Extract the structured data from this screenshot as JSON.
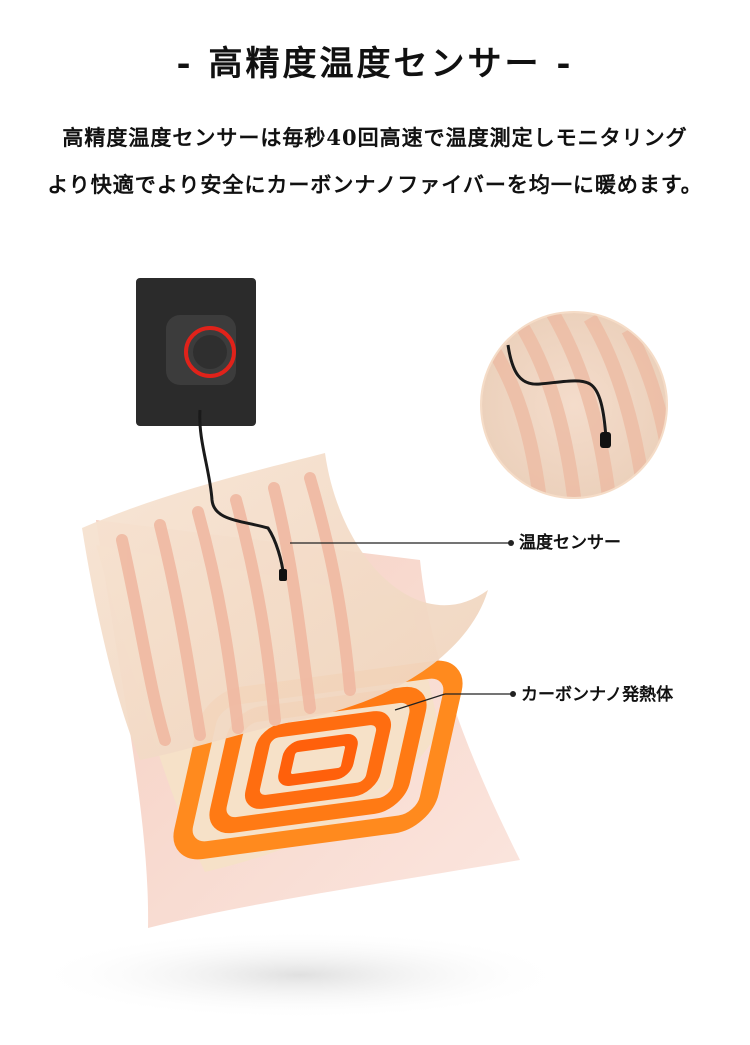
{
  "title": "- 高精度温度センサー -",
  "description": {
    "line1": "高精度温度センサーは毎秒40回高速で温度測定しモニタリング",
    "line2": "より快適でより安全にカーボンナノファイバーを均一に暖めます。"
  },
  "callouts": {
    "sensor": "温度センサー",
    "carbon": "カーボンナノ発熱体"
  },
  "colors": {
    "sensor_ring": "#e0221a",
    "sensor_body": "#2a2a2a",
    "fabric": "#f3dcc6",
    "heating_element": "#ff7a18",
    "backing_layer": "#f2c2b4"
  }
}
